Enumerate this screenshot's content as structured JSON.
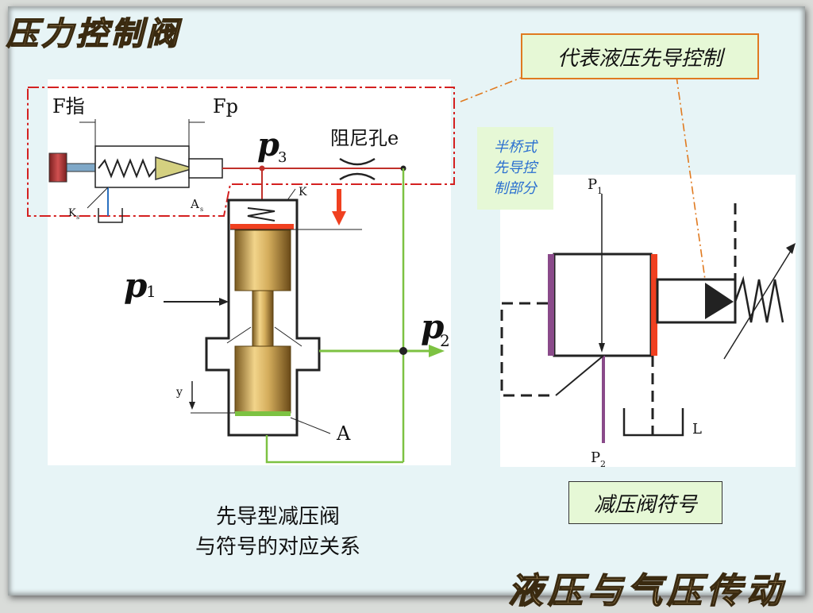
{
  "page_title": "压力控制阀",
  "footer_title": "液压与气压传动",
  "callouts": {
    "pilot_control": "代表液压先导控制",
    "half_bridge": [
      "半桥式",
      "先导控",
      "制部分"
    ],
    "valve_symbol": "减压阀符号"
  },
  "caption": [
    "先导型减压阀",
    "与符号的对应关系"
  ],
  "labels": {
    "f_zhi": "F指",
    "fp": "Fp",
    "p3": "p",
    "p3_sub": "3",
    "damping_orifice": "阻尼孔e",
    "k": "K",
    "k_s": "K",
    "k_s_sub": "s",
    "a_s": "A",
    "a_s_sub": "s",
    "p1": "p",
    "p1_sub": "1",
    "p2": "p",
    "p2_sub": "2",
    "y": "y",
    "a": "A",
    "sym_p1": "P",
    "sym_p1_sub": "1",
    "sym_p2": "P",
    "sym_p2_sub": "2",
    "sym_l": "L"
  },
  "colors": {
    "green_line": "#7dc242",
    "red_line": "#c0302a",
    "dash_red": "#d42020",
    "orange": "#e07a20",
    "purple": "#8a4a8a",
    "spool_gold": "#c9a14a"
  }
}
